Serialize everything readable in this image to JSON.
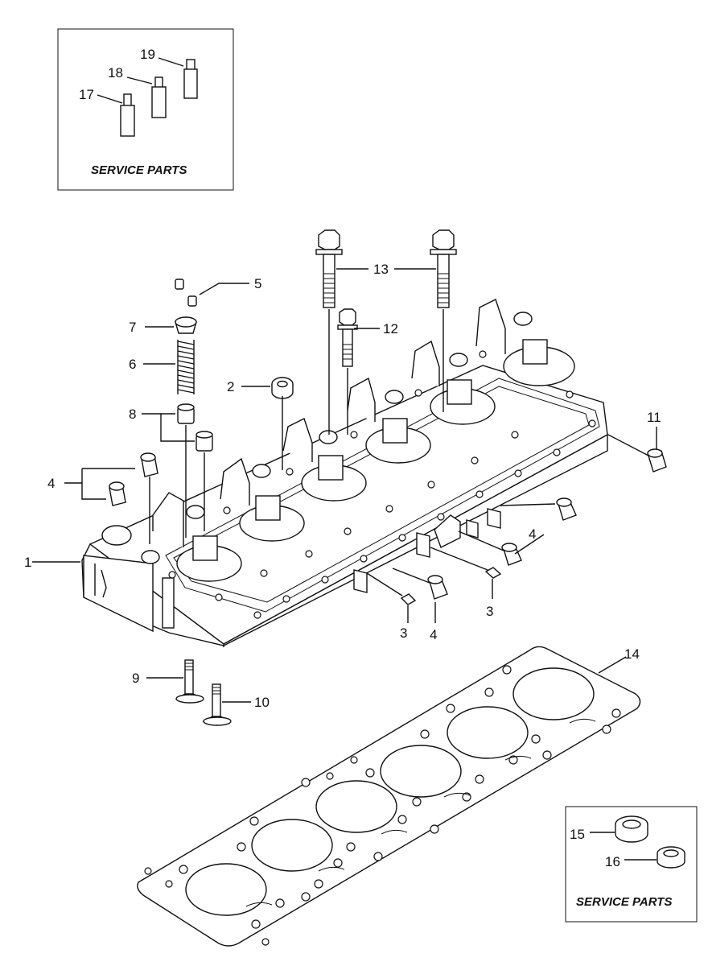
{
  "boxes": {
    "top_left_caption": "SERVICE PARTS",
    "bottom_right_caption": "SERVICE PARTS"
  },
  "callouts": {
    "c1": "1",
    "c2": "2",
    "c3a": "3",
    "c3b": "3",
    "c4a": "4",
    "c4b": "4",
    "c4c": "4",
    "c5": "5",
    "c6": "6",
    "c7": "7",
    "c8": "8",
    "c9": "9",
    "c10": "10",
    "c11": "11",
    "c12": "12",
    "c13": "13",
    "c14": "14",
    "c15": "15",
    "c16": "16",
    "c17": "17",
    "c18": "18",
    "c19": "19"
  }
}
